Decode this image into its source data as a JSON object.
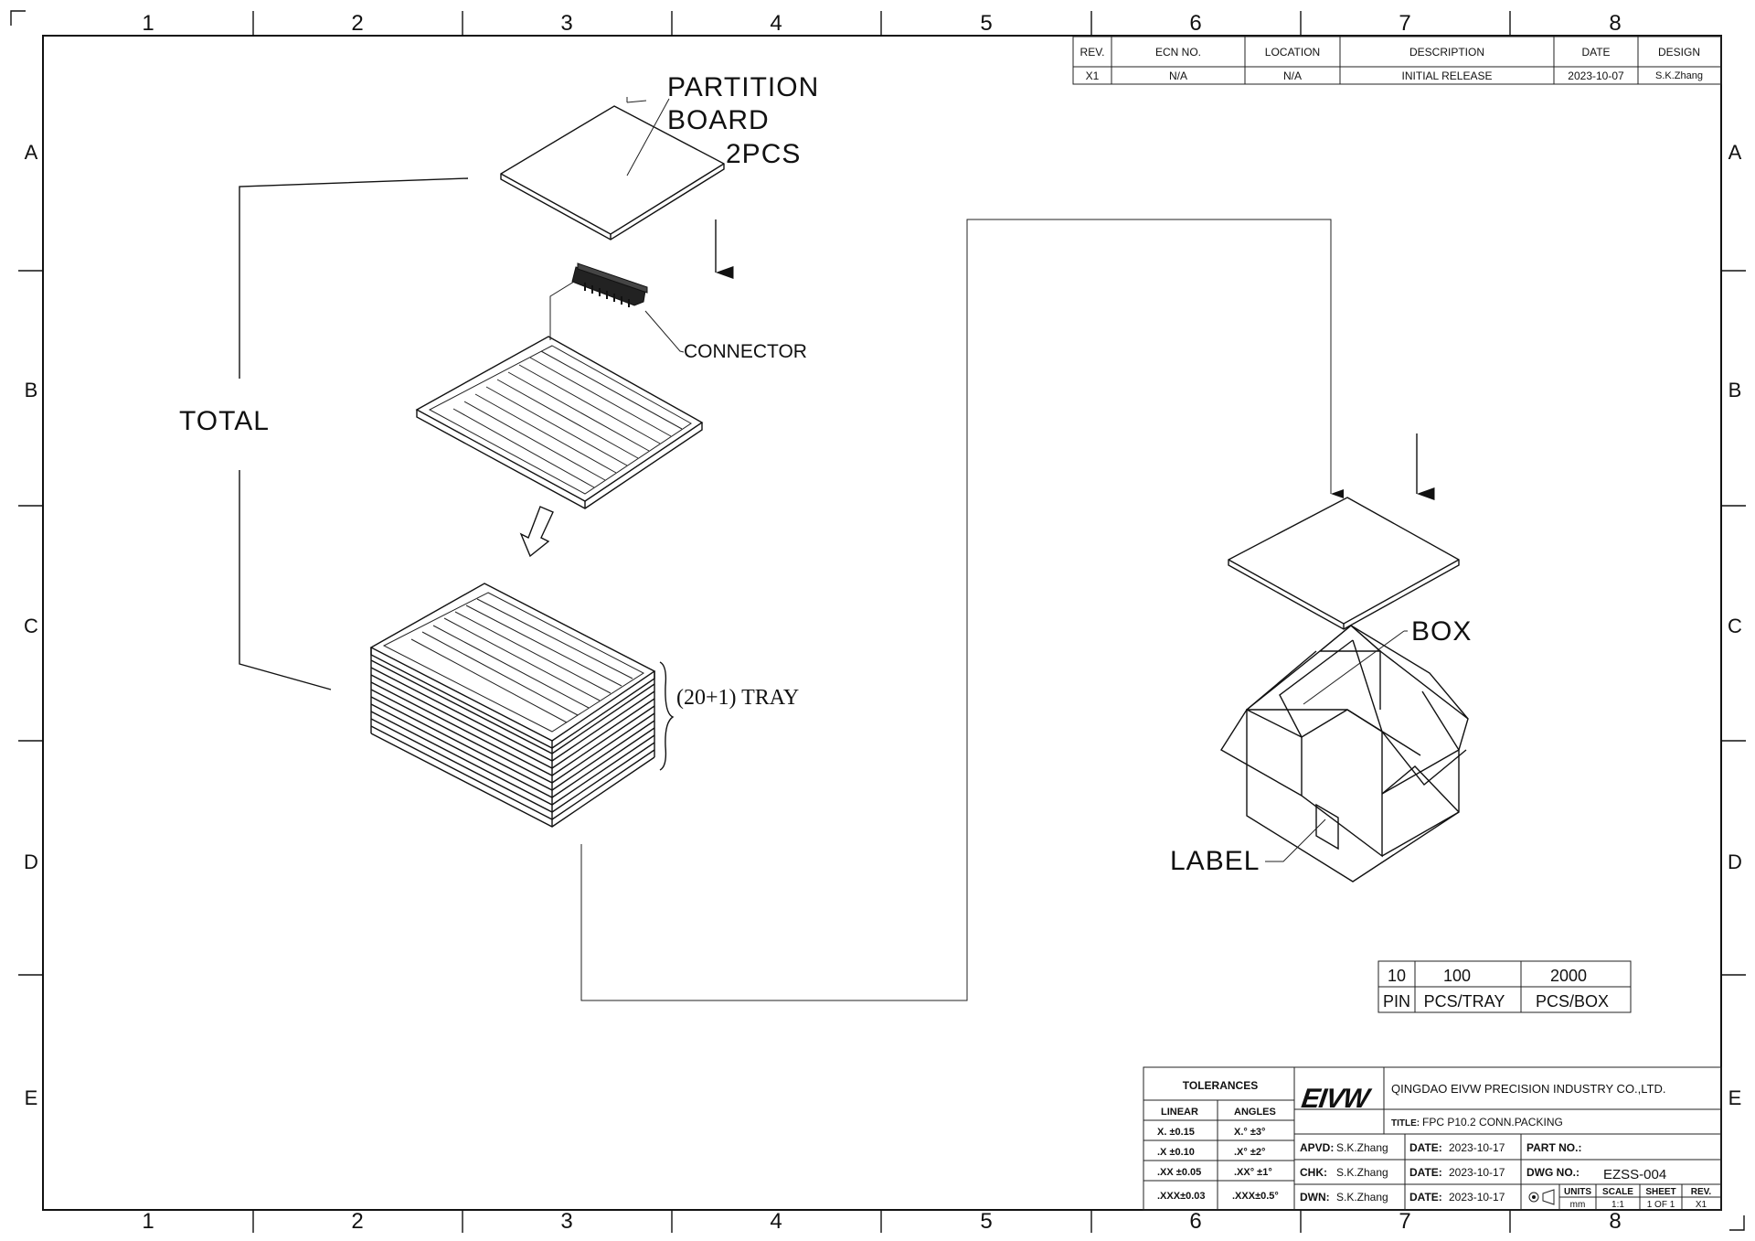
{
  "border": {
    "columns": [
      "1",
      "2",
      "3",
      "4",
      "5",
      "6",
      "7",
      "8"
    ],
    "rows": [
      "A",
      "B",
      "C",
      "D",
      "E"
    ]
  },
  "revision_table": {
    "headers": [
      "REV.",
      "ECN NO.",
      "LOCATION",
      "DESCRIPTION",
      "DATE",
      "DESIGN"
    ],
    "row": [
      "X1",
      "N/A",
      "N/A",
      "INITIAL RELEASE",
      "2023-10-07",
      "S.K.Zhang"
    ]
  },
  "labels": {
    "partition_line1": "PARTITION",
    "partition_line2": "BOARD",
    "partition_line3": "2PCS",
    "connector": "CONNECTOR",
    "total": "TOTAL",
    "tray": "(20+1) TRAY",
    "box": "BOX",
    "label": "LABEL"
  },
  "quantity_table": {
    "values": [
      "10",
      "100",
      "2000"
    ],
    "units": [
      "PIN",
      "PCS/TRAY",
      "PCS/BOX"
    ]
  },
  "title_block": {
    "tolerances_title": "TOLERANCES",
    "linear_header": "LINEAR",
    "angles_header": "ANGLES",
    "linear": [
      "X.  ±0.15",
      ".X  ±0.10",
      ".XX ±0.05",
      ".XXX±0.03"
    ],
    "angles": [
      "X.°  ±3°",
      ".X°  ±2°",
      ".XX°  ±1°",
      ".XXX±0.5°"
    ],
    "logo": "EIVW",
    "company": "QINGDAO EIVW PRECISION INDUSTRY CO.,LTD.",
    "title_label": "TITLE:",
    "title_value": "FPC P10.2 CONN.PACKING",
    "apvd_label": "APVD:",
    "apvd_value": "S.K.Zhang",
    "chk_label": "CHK:",
    "chk_value": "S.K.Zhang",
    "dwn_label": "DWN:",
    "dwn_value": "S.K.Zhang",
    "date_label": "DATE:",
    "date_apvd": "2023-10-17",
    "date_chk": "2023-10-17",
    "date_dwn": "2023-10-17",
    "part_no_label": "PART NO.:",
    "dwg_no_label": "DWG NO.:",
    "dwg_no_value": "EZSS-004",
    "units_label": "UNITS",
    "units_value": "mm",
    "scale_label": "SCALE",
    "scale_value": "1:1",
    "sheet_label": "SHEET",
    "sheet_value": "1 OF 1",
    "rev_label": "REV.",
    "rev_value": "X1"
  }
}
